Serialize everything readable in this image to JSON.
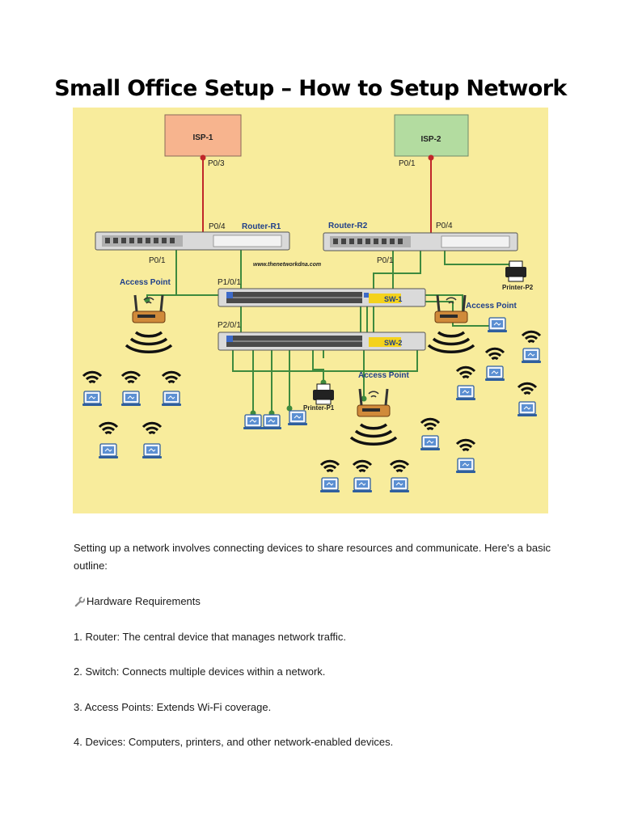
{
  "document": {
    "title": "Small Office Setup – How to Setup Network",
    "intro": "Setting up a network involves connecting devices to share resources and communicate. Here's a basic outline:",
    "section_icon": "wrench-icon",
    "section_heading": "Hardware Requirements",
    "items": [
      "1. Router: The central device that manages network traffic.",
      "2. Switch: Connects multiple devices within a network.",
      "3. Access Points: Extends Wi-Fi coverage.",
      "4. Devices: Computers, printers, and other network-enabled devices."
    ]
  },
  "diagram": {
    "background": "#f8ec9c",
    "link_color": "#3e8a3e",
    "wan_color": "#c0262a",
    "isp1": {
      "label": "ISP-1",
      "port": "P0/3",
      "color": "#f7b48e"
    },
    "isp2": {
      "label": "ISP-2",
      "port": "P0/1",
      "color": "#b3dca0"
    },
    "router1": {
      "label": "Router-R1",
      "wan_port": "P0/4",
      "lan_port": "P0/1"
    },
    "router2": {
      "label": "Router-R2",
      "wan_port": "P0/4",
      "lan_port": "P0/1"
    },
    "watermark": "www.thenetworkdna.com",
    "switch1": {
      "label": "SW-1",
      "port": "P1/0/1"
    },
    "switch2": {
      "label": "SW-2",
      "port": "P2/0/1"
    },
    "access_point_left": "Access Point",
    "access_point_right": "Access Point",
    "access_point_center": "Access Point",
    "printer_p1": "Printer-P1",
    "printer_p2": "Printer-P2"
  }
}
